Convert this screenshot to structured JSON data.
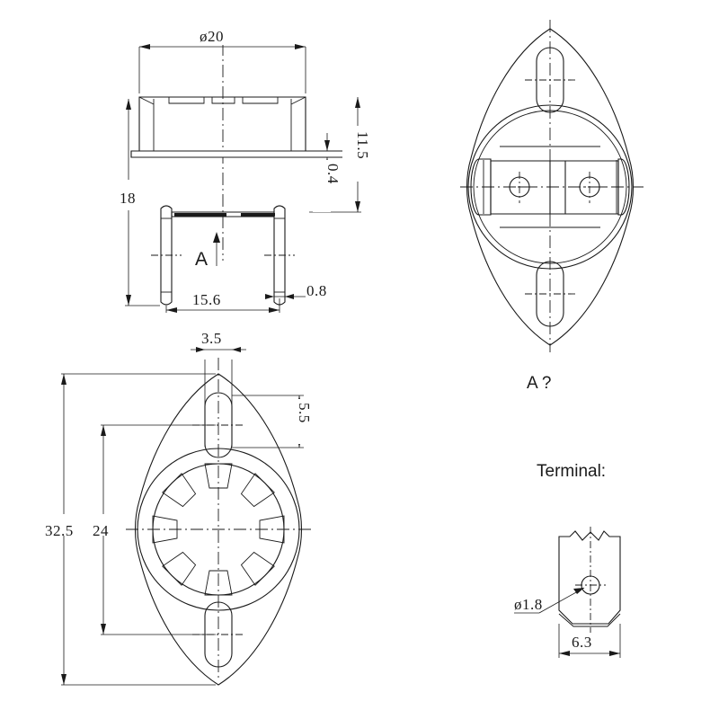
{
  "drawing": {
    "title_terminal": "Terminal:",
    "view_label_a": "A  ?",
    "arrow_label_a": "A"
  },
  "views": {
    "front_side": {
      "name": "front-side-view",
      "dimensions": {
        "diameter_top": "ø20",
        "height_overall": "18",
        "height_body": "11.5",
        "thickness_flange": "0.4",
        "width_terminals": "15.6",
        "thickness_terminal": "0.8"
      }
    },
    "view_a": {
      "name": "view-a-top",
      "dimensions": {}
    },
    "bottom": {
      "name": "bottom-view",
      "dimensions": {
        "overall_length": "32.5",
        "hole_centers": "24",
        "slot_width": "3.5",
        "slot_height": "5.5"
      }
    },
    "terminal_detail": {
      "name": "terminal-detail-view",
      "dimensions": {
        "hole_diameter": "ø1.8",
        "width": "6.3"
      }
    }
  },
  "colors": {
    "line": "#1a1a1a",
    "background": "#ffffff"
  }
}
